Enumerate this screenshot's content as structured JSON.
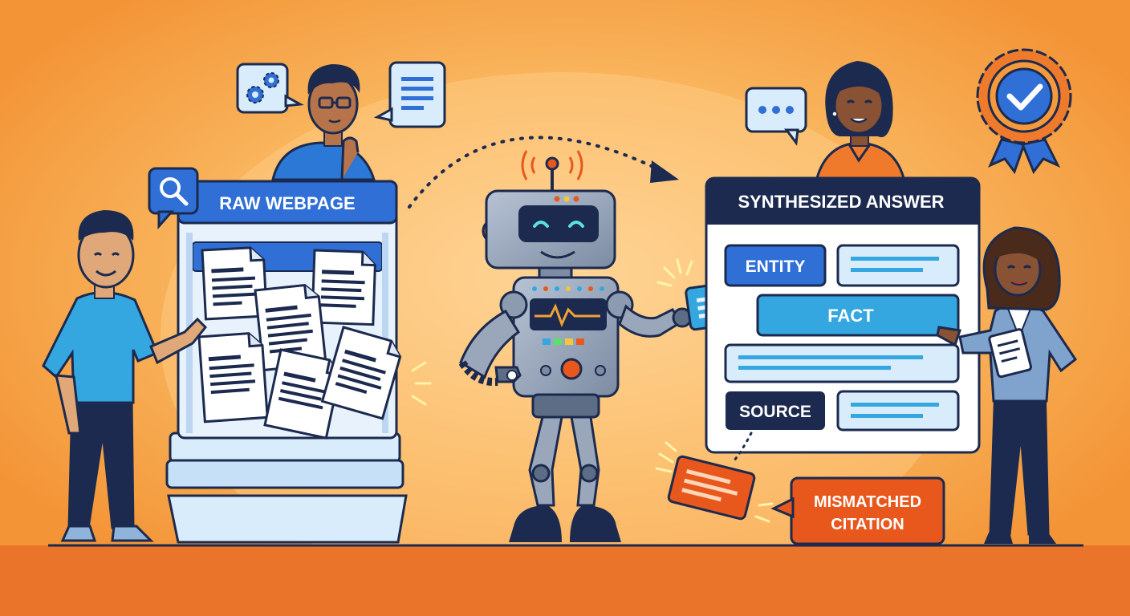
{
  "labels": {
    "raw_webpage": "RAW WEBPAGE",
    "synthesized_answer": "SYNTHESIZED ANSWER",
    "entity": "ENTITY",
    "fact": "FACT",
    "source": "SOURCE",
    "mismatched_line1": "MISMATCHED",
    "mismatched_line2": "CITATION"
  },
  "colors": {
    "background": "#f59a3c",
    "floor": "#e9742a",
    "navy": "#1b2a4e",
    "panel_blue": "#2f6fd6",
    "light_blue": "#d9ecfb",
    "cyan": "#35a7e0",
    "alert_orange": "#e8571c",
    "robot_gray": "#8d9bb0"
  },
  "icons": [
    "search-icon",
    "gears-icon",
    "chat-lines-icon",
    "chat-dots-icon",
    "badge-check-icon",
    "document-icon",
    "robot-icon",
    "sparkle-icon"
  ]
}
